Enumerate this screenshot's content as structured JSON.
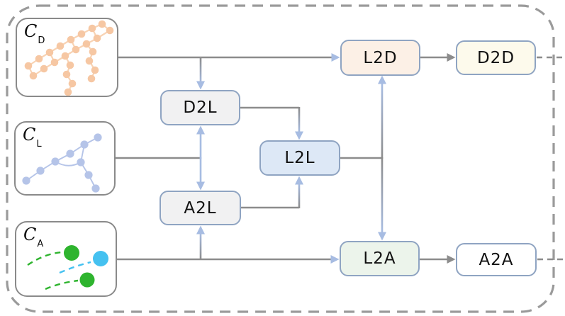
{
  "figure": {
    "context_boxes": [
      {
        "id": "C_D",
        "symbol": "C",
        "subscript": "D",
        "illustration": "molecule-graph-orange",
        "illustration_color": "#f6c7a3"
      },
      {
        "id": "C_L",
        "symbol": "C",
        "subscript": "L",
        "illustration": "tree-graph-blue",
        "illustration_color": "#b5c4e8"
      },
      {
        "id": "C_A",
        "symbol": "C",
        "subscript": "A",
        "illustration": "atom-trajectories",
        "illustration_colors": {
          "green": "#2eb42e",
          "blue": "#45c1f0"
        }
      }
    ],
    "stage_boxes": [
      {
        "id": "D2L",
        "label": "D2L",
        "fill": "#f1f1f2"
      },
      {
        "id": "A2L",
        "label": "A2L",
        "fill": "#f1f1f2"
      },
      {
        "id": "L2L",
        "label": "L2L",
        "fill": "#dde8f6"
      },
      {
        "id": "L2D",
        "label": "L2D",
        "fill": "#fcf0e6"
      },
      {
        "id": "L2A",
        "label": "L2A",
        "fill": "#ecf4eb"
      },
      {
        "id": "D2D",
        "label": "D2D",
        "fill": "#fdfaec"
      },
      {
        "id": "A2A",
        "label": "A2A",
        "fill": "#ffffff"
      }
    ],
    "edges": [
      {
        "from": "C_D",
        "to": "L2D",
        "arrow": "blue"
      },
      {
        "from": "C_D",
        "to": "D2L",
        "arrow": "blue"
      },
      {
        "from": "C_L",
        "to": "D2L",
        "arrow": "blue"
      },
      {
        "from": "C_L",
        "to": "A2L",
        "arrow": "blue"
      },
      {
        "from": "C_A",
        "to": "A2L",
        "arrow": "blue"
      },
      {
        "from": "C_A",
        "to": "L2A",
        "arrow": "blue"
      },
      {
        "from": "D2L",
        "to": "L2L",
        "arrow": "blue"
      },
      {
        "from": "A2L",
        "to": "L2L",
        "arrow": "blue"
      },
      {
        "from": "L2L",
        "to": "L2D",
        "arrow": "blue"
      },
      {
        "from": "L2L",
        "to": "L2A",
        "arrow": "blue"
      },
      {
        "from": "L2D",
        "to": "D2D",
        "arrow": "gray"
      },
      {
        "from": "L2A",
        "to": "A2A",
        "arrow": "gray"
      },
      {
        "from": "D2D",
        "to": "outside",
        "style": "dashed"
      },
      {
        "from": "A2A",
        "to": "outside",
        "style": "dashed"
      }
    ],
    "colors": {
      "line_gray": "#8c8c8c",
      "arrow_blue": "#a7bce2",
      "stage_border": "#8fa4c2",
      "context_border": "#8a8a8a",
      "outer_dash": "#9a9a9a"
    }
  }
}
